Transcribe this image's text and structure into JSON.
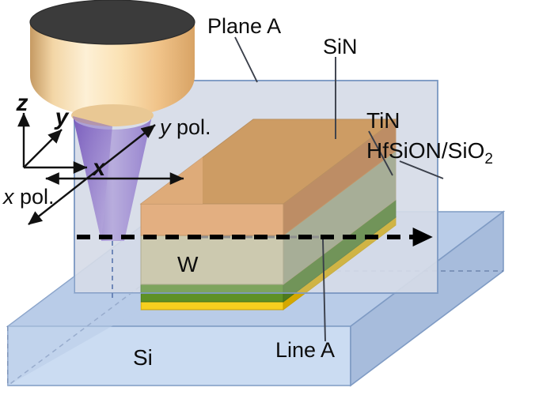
{
  "figure": {
    "type": "schematic-diagram",
    "subject": "Confocal microscope objective focusing polarized light onto a patterned gate-stack line on a silicon substrate",
    "background": "#ffffff"
  },
  "labels": {
    "plane_a": "Plane A",
    "line_a": "Line A",
    "sin": "SiN",
    "tin": "TiN",
    "hfsion": "HfSiON/SiO",
    "hfsion_sub": "2",
    "tungsten": "W",
    "silicon": "Si"
  },
  "axes": {
    "z": "z",
    "y": "y",
    "x": "x"
  },
  "polarization": {
    "x_pol": "x",
    "x_pol_rest": " pol.",
    "y_pol": "y",
    "y_pol_rest": " pol."
  },
  "colors": {
    "sin_top": "#d0862f",
    "sin_front": "#f0a158",
    "sin_side": "#b97030",
    "w_front": "#cfc69a",
    "w_side": "#9aa078",
    "tin_front": "#5e9125",
    "tin_side": "#4d7a1f",
    "hfsion_front": "#f2c200",
    "hfsion_side": "#d4a800",
    "si_top": "#b9cce8",
    "si_front": "#cbdcf2",
    "si_side": "#a7bcdc",
    "plane_a_fill": "#dde0ea",
    "plane_a_stroke": "#7f9bc4",
    "lens_body": "#fbe0b0",
    "lens_top": "#3b3b3b",
    "cone": "#8a6fc4",
    "label_text": "#0d0d0d",
    "leader": "#3a3f4a",
    "dashed_arrow": "#000000"
  }
}
